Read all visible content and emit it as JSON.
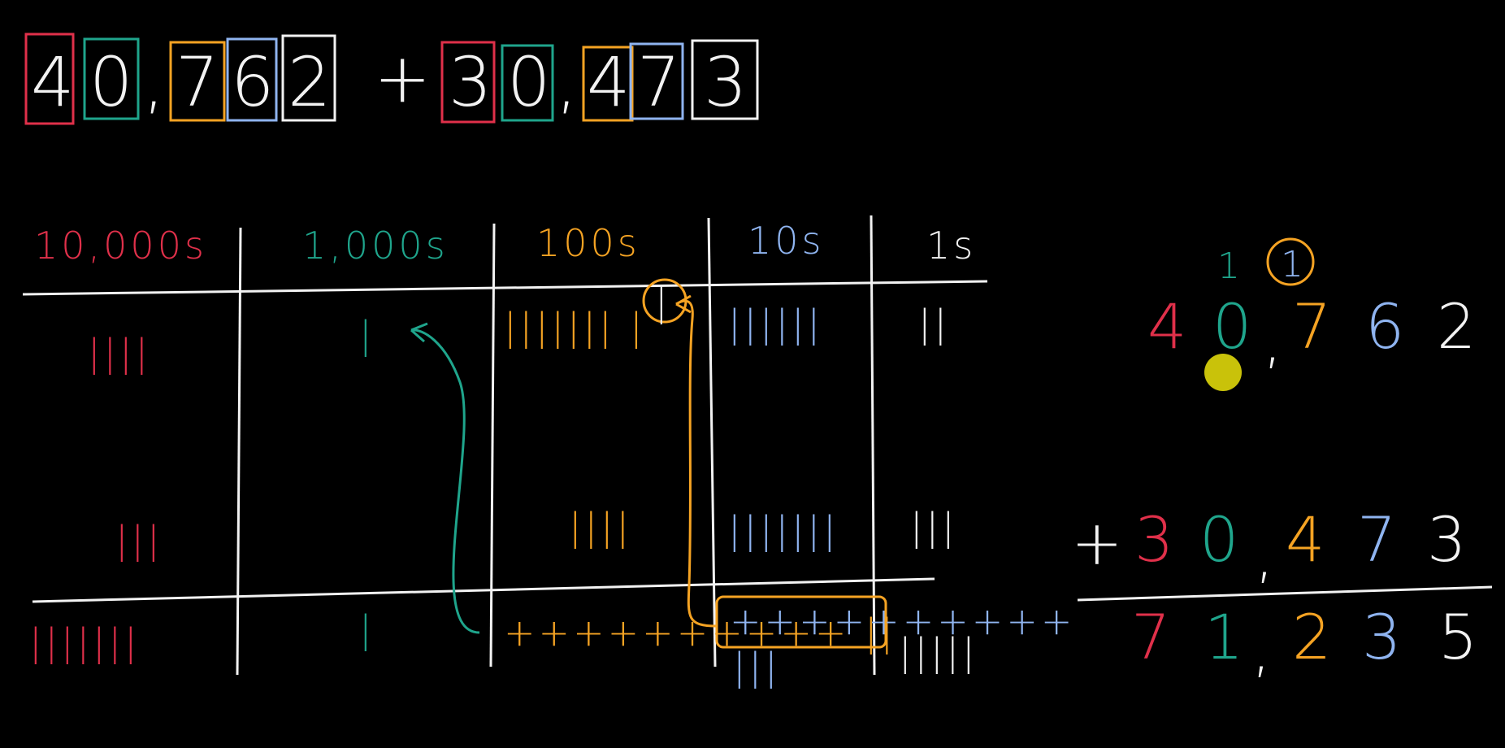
{
  "colors": {
    "background": "#000000",
    "ten_thousands": "#e0304a",
    "thousands": "#1fa58c",
    "hundreds": "#f5a323",
    "tens": "#8fb4f0",
    "ones": "#f2f2f2",
    "pointer": "#c9c20a"
  },
  "expression": {
    "first_digits": [
      "4",
      "0",
      "7",
      "6",
      "2"
    ],
    "second_digits": [
      "3",
      "0",
      "4",
      "7",
      "3"
    ],
    "comma": ",",
    "plus": "+"
  },
  "table": {
    "headers": [
      "10,000s",
      "1,000s",
      "100s",
      "10s",
      "1s"
    ],
    "row1": [
      "||||",
      "|",
      "||||||| |",
      "||||||",
      "||"
    ],
    "row2": [
      "|||",
      "",
      "||||",
      "|||||||",
      "|||"
    ],
    "row3": [
      "|||||||",
      "|",
      "++++++++++ ||",
      "++++++++++",
      "|||||"
    ],
    "row3_extra_tens": "|||",
    "carry_mark": "|"
  },
  "vertical_sum": {
    "carries": [
      "1",
      "1"
    ],
    "top": [
      "4",
      "0",
      "7",
      "6",
      "2"
    ],
    "bottom": [
      "3",
      "0",
      "4",
      "7",
      "3"
    ],
    "result": [
      "7",
      "1",
      "2",
      "3",
      "5"
    ],
    "plus": "+",
    "comma": ","
  }
}
